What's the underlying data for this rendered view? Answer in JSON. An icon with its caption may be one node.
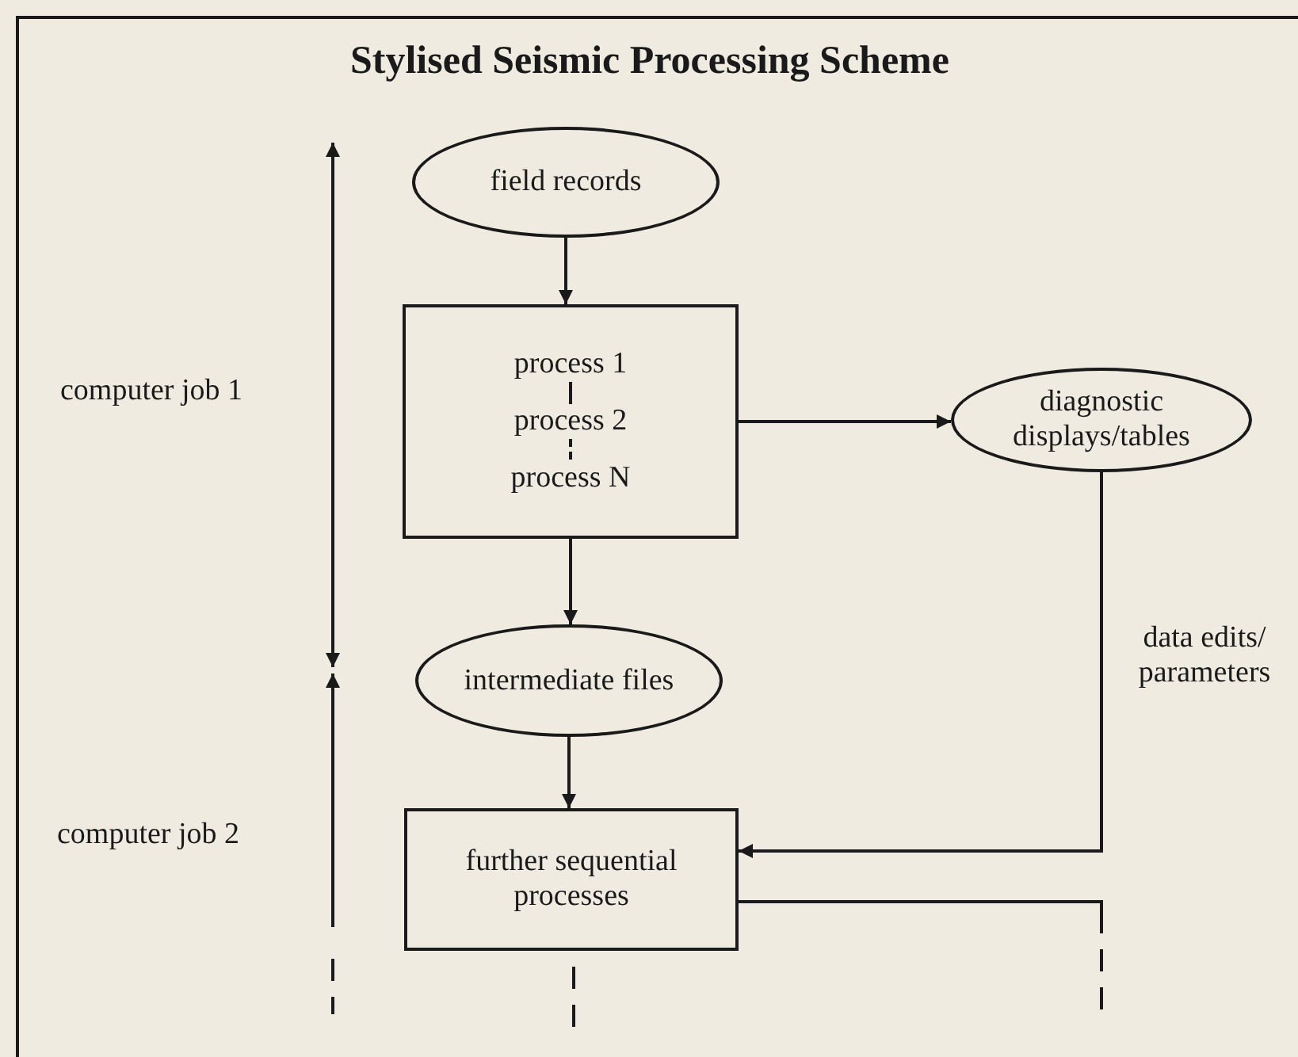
{
  "diagram": {
    "title": "Stylised Seismic Processing Scheme",
    "nodes": [
      {
        "text": [
          "field records"
        ]
      },
      {
        "text": [
          "process 1",
          "process 2",
          "process N"
        ]
      },
      {
        "text": [
          "diagnostic displays/tables"
        ]
      },
      {
        "text": [
          "intermediate files"
        ]
      },
      {
        "text": [
          "further sequential processes"
        ]
      }
    ],
    "edges": [
      {
        "from": 0,
        "to": 1,
        "arrow": "to"
      },
      {
        "from": 1,
        "to": 2,
        "arrow": "to"
      },
      {
        "from": 1,
        "to": 3,
        "arrow": "to"
      },
      {
        "from": 3,
        "to": 4,
        "arrow": "to"
      },
      {
        "from": 2,
        "to": 4,
        "arrow": "to",
        "label": "data edits/ parameters"
      },
      {
        "from": 4,
        "to": null,
        "arrow": "none",
        "style": "dashed"
      },
      {
        "from": 4,
        "to": null,
        "arrow": "none",
        "style": "dashed"
      }
    ],
    "labels": [
      "computer job 1",
      "computer job 2"
    ]
  }
}
